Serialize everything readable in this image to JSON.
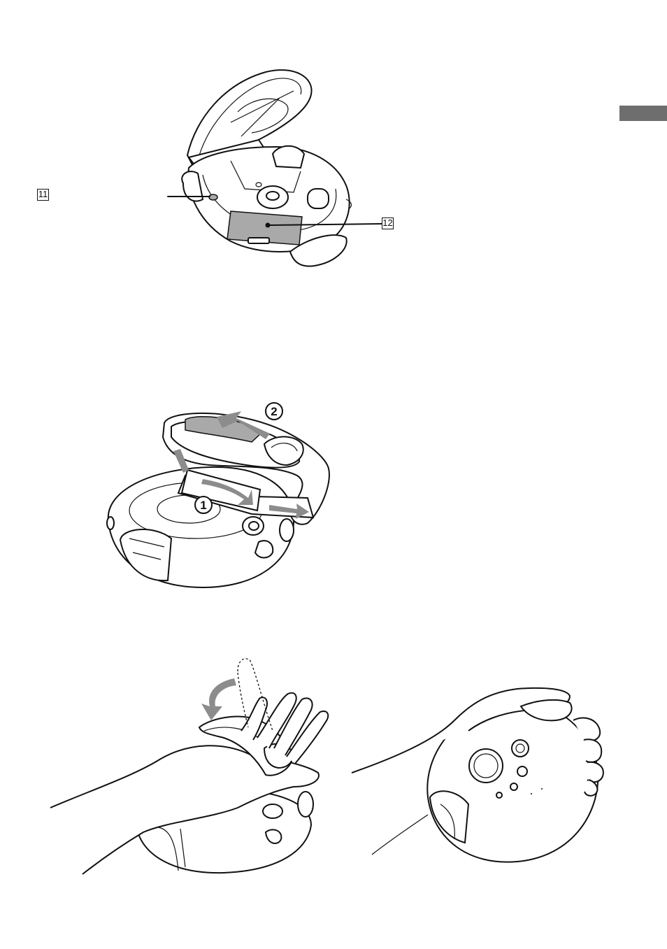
{
  "page": {
    "section_tab": {
      "color": "#6e6e6e"
    }
  },
  "figure_top": {
    "callout_11": "11",
    "callout_12": "12"
  },
  "figure_strap": {
    "step_1": "1",
    "step_2": "2",
    "arrow_color": "#8c8c8c"
  },
  "figure_hands": {}
}
